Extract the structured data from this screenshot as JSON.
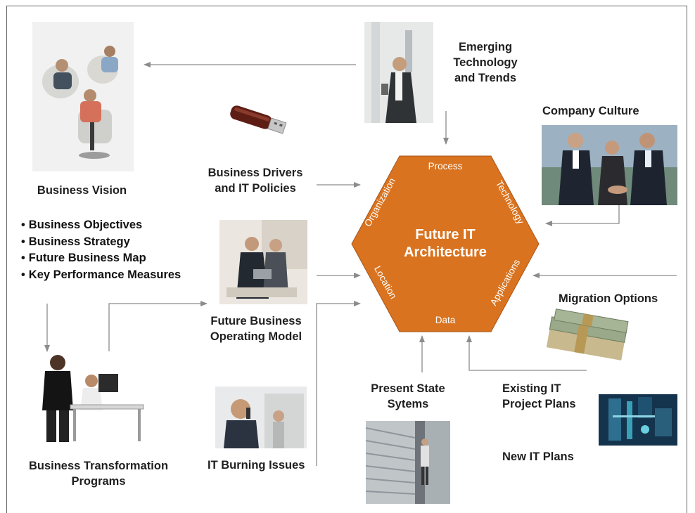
{
  "center": {
    "title_line1": "Future IT",
    "title_line2": "Architecture",
    "edges": {
      "top": "Process",
      "upper_right": "Technology",
      "lower_right": "Applications",
      "bottom": "Data",
      "lower_left": "Location",
      "upper_left": "Organization"
    },
    "fill_color": "#d9731f"
  },
  "nodes": {
    "business_vision": "Business Vision",
    "emerging_line1": "Emerging",
    "emerging_line2": "Technology",
    "emerging_line3": "and Trends",
    "company_culture": "Company Culture",
    "drivers_line1": "Business Drivers",
    "drivers_line2": "and IT Policies",
    "operating_line1": "Future Business",
    "operating_line2": "Operating Model",
    "migration_options": "Migration Options",
    "transformation_line1": "Business Transformation",
    "transformation_line2": "Programs",
    "burning_issues": "IT Burning Issues",
    "present_line1": "Present State",
    "present_line2": "Sytems",
    "existing_line1": "Existing IT",
    "existing_line2": "Project Plans",
    "new_it_plans": "New IT Plans"
  },
  "bullets": [
    "Business Objectives",
    "Business Strategy",
    "Future Business Map",
    "Key Performance Measures"
  ],
  "colors": {
    "arrow": "#8c8c8c",
    "border": "#666666",
    "hexagon": "#d9731f",
    "hexagon_text": "#ffffff"
  }
}
